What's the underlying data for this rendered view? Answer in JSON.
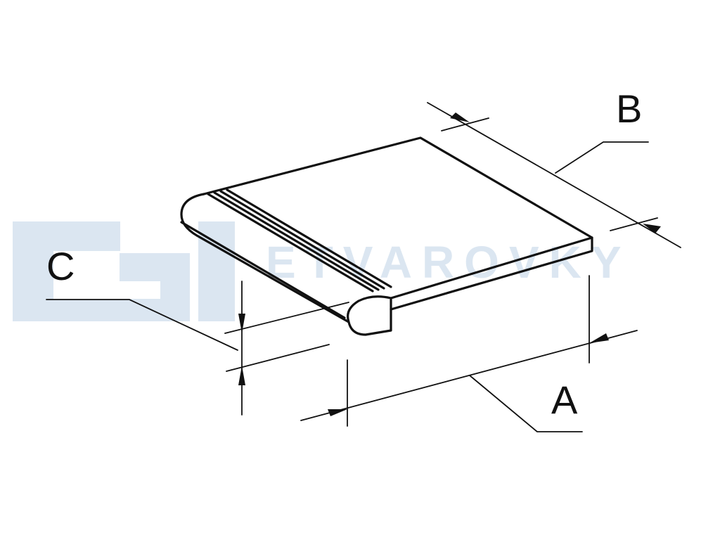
{
  "watermark": {
    "text": "ETVAROVKY",
    "color": "#dbe6f1"
  },
  "dimensions": {
    "a_label": "A",
    "b_label": "B",
    "c_label": "C"
  },
  "colors": {
    "line": "#111111",
    "background": "#ffffff"
  }
}
